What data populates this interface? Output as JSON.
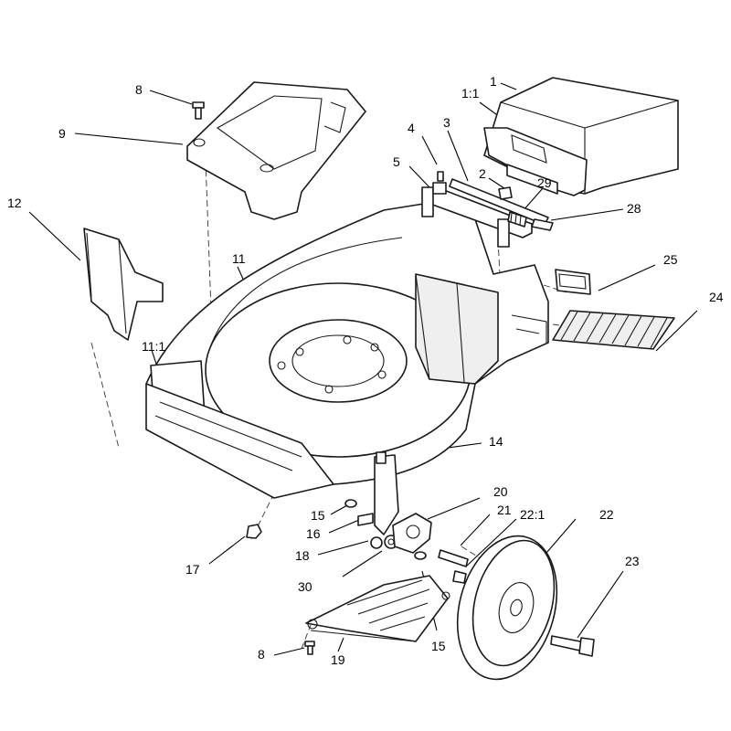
{
  "callouts": [
    {
      "id": "c-1",
      "label": "1"
    },
    {
      "id": "c-1-1",
      "label": "1:1"
    },
    {
      "id": "c-2",
      "label": "2"
    },
    {
      "id": "c-3",
      "label": "3"
    },
    {
      "id": "c-4",
      "label": "4"
    },
    {
      "id": "c-5",
      "label": "5"
    },
    {
      "id": "c-8a",
      "label": "8"
    },
    {
      "id": "c-8b",
      "label": "8"
    },
    {
      "id": "c-9",
      "label": "9"
    },
    {
      "id": "c-11",
      "label": "11"
    },
    {
      "id": "c-11-1",
      "label": "11:1"
    },
    {
      "id": "c-12",
      "label": "12"
    },
    {
      "id": "c-14",
      "label": "14"
    },
    {
      "id": "c-15a",
      "label": "15"
    },
    {
      "id": "c-15b",
      "label": "15"
    },
    {
      "id": "c-16",
      "label": "16"
    },
    {
      "id": "c-17",
      "label": "17"
    },
    {
      "id": "c-18",
      "label": "18"
    },
    {
      "id": "c-19",
      "label": "19"
    },
    {
      "id": "c-20",
      "label": "20"
    },
    {
      "id": "c-21",
      "label": "21"
    },
    {
      "id": "c-22",
      "label": "22"
    },
    {
      "id": "c-22-1",
      "label": "22:1"
    },
    {
      "id": "c-23",
      "label": "23"
    },
    {
      "id": "c-24",
      "label": "24"
    },
    {
      "id": "c-25",
      "label": "25"
    },
    {
      "id": "c-28",
      "label": "28"
    },
    {
      "id": "c-29",
      "label": "29"
    },
    {
      "id": "c-30",
      "label": "30"
    }
  ]
}
